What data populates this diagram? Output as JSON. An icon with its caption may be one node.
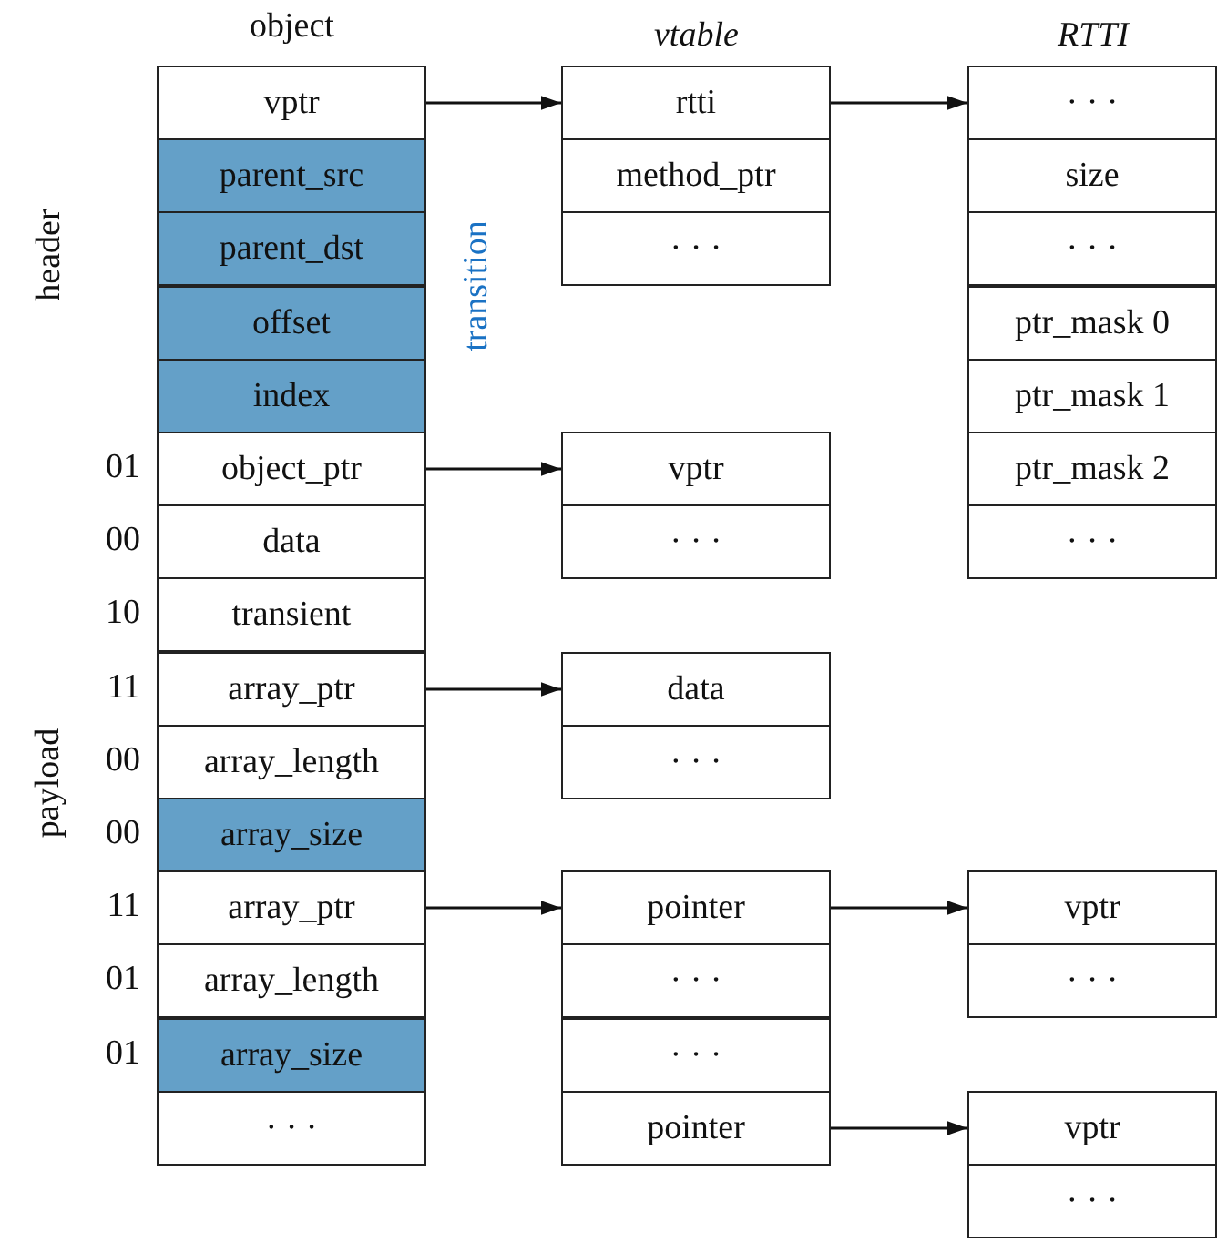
{
  "diagram": {
    "nodes": [
      {
        "text": [
          "vptr"
        ]
      },
      {
        "text": [
          "parent_src"
        ]
      },
      {
        "text": [
          "parent_dst"
        ]
      },
      {
        "text": [
          "offset"
        ]
      },
      {
        "text": [
          "index"
        ]
      },
      {
        "text": [
          "object_ptr"
        ],
        "beside": [
          "01"
        ]
      },
      {
        "text": [
          "data"
        ],
        "beside": [
          "00"
        ]
      },
      {
        "text": [
          "transient"
        ],
        "beside": [
          "10"
        ]
      },
      {
        "text": [
          "array_ptr"
        ],
        "beside": [
          "11"
        ]
      },
      {
        "text": [
          "array_length"
        ],
        "beside": [
          "00"
        ]
      },
      {
        "text": [
          "array_size"
        ],
        "beside": [
          "00"
        ]
      },
      {
        "text": [
          "array_ptr"
        ],
        "beside": [
          "11"
        ]
      },
      {
        "text": [
          "array_length"
        ],
        "beside": [
          "01"
        ]
      },
      {
        "text": [
          "array_size"
        ],
        "beside": [
          "01"
        ]
      },
      {
        "text": [
          "· · ·"
        ]
      },
      {
        "text": [
          "rtti"
        ]
      },
      {
        "text": [
          "method_ptr"
        ]
      },
      {
        "text": [
          "· · ·"
        ]
      },
      {
        "text": [
          "vptr"
        ]
      },
      {
        "text": [
          "· · ·"
        ]
      },
      {
        "text": [
          "data"
        ]
      },
      {
        "text": [
          "· · ·"
        ]
      },
      {
        "text": [
          "pointer"
        ]
      },
      {
        "text": [
          "· · ·"
        ]
      },
      {
        "text": [
          "· · ·"
        ]
      },
      {
        "text": [
          "pointer"
        ]
      },
      {
        "text": [
          "· · ·"
        ]
      },
      {
        "text": [
          "size"
        ]
      },
      {
        "text": [
          "· · ·"
        ]
      },
      {
        "text": [
          "ptr_mask 0"
        ]
      },
      {
        "text": [
          "ptr_mask 1"
        ]
      },
      {
        "text": [
          "ptr_mask 2"
        ]
      },
      {
        "text": [
          "· · ·"
        ]
      },
      {
        "text": [
          "vptr"
        ]
      },
      {
        "text": [
          "· · ·"
        ]
      },
      {
        "text": [
          "vptr"
        ]
      },
      {
        "text": [
          "· · ·"
        ]
      }
    ],
    "edges": [
      {
        "from": 0,
        "to": 15,
        "arrow": "to"
      },
      {
        "from": 15,
        "to": 26,
        "arrow": "to"
      },
      {
        "from": 5,
        "to": 18,
        "arrow": "to"
      },
      {
        "from": 8,
        "to": 20,
        "arrow": "to"
      },
      {
        "from": 11,
        "to": 22,
        "arrow": "to"
      },
      {
        "from": 22,
        "to": 33,
        "arrow": "to"
      },
      {
        "from": 25,
        "to": 35,
        "arrow": "to"
      }
    ],
    "labels": [
      "object",
      "vtable",
      "RTTI",
      "header",
      "transition",
      "payload"
    ]
  }
}
